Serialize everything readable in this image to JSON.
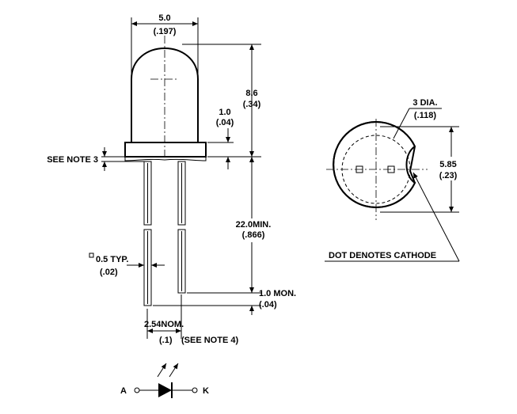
{
  "dimensions": {
    "body_width": {
      "mm": "5.0",
      "inch": "(.197)"
    },
    "body_height": {
      "mm": "8.6",
      "inch": "(.34)"
    },
    "flange_height": {
      "mm": "1.0",
      "inch": "(.04)"
    },
    "lead_length": {
      "mm": "22.0MIN.",
      "inch": "(.866)"
    },
    "lead_end": {
      "mm": "1.0 MON.",
      "inch": "(.04)"
    },
    "lead_square": {
      "symbol": "□",
      "mm": "0.5 TYP.",
      "inch": "(.02)"
    },
    "lead_spacing": {
      "mm": "2.54NOM.",
      "inch": "(.1)",
      "note": "(SEE NOTE 4)"
    },
    "hole_dia": {
      "mm": "3 DIA.",
      "inch": "(.118)"
    },
    "flange_dia": {
      "mm": "5.85",
      "inch": "(.23)"
    }
  },
  "notes": {
    "see_note_3": "SEE NOTE 3",
    "cathode": "DOT DENOTES CATHODE"
  },
  "symbol": {
    "anode": "A",
    "cathode": "K"
  }
}
